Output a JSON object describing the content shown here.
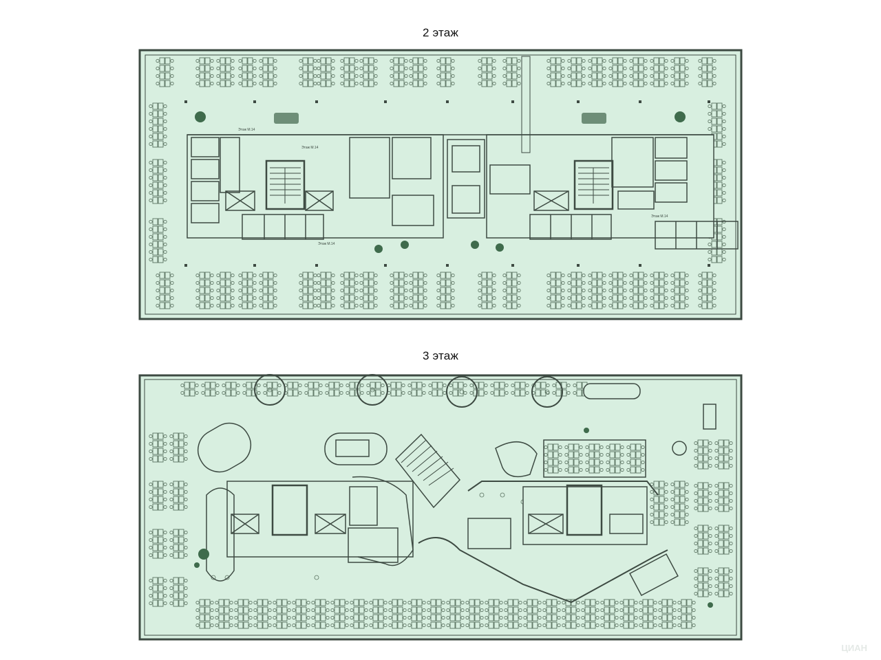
{
  "floors": [
    {
      "id": "floor-2",
      "title": "2 этаж"
    },
    {
      "id": "floor-3",
      "title": "3 этаж"
    }
  ],
  "watermark": "ЦИАН",
  "colors": {
    "fill": "#d8efe0",
    "wall": "#3d4a42",
    "furniture": "#59715f",
    "plant": "#3f6b4c"
  },
  "floor2_labels": [
    "Этаж М.14",
    "Этаж М.14",
    "Этаж М.14",
    "Этаж М.14"
  ]
}
